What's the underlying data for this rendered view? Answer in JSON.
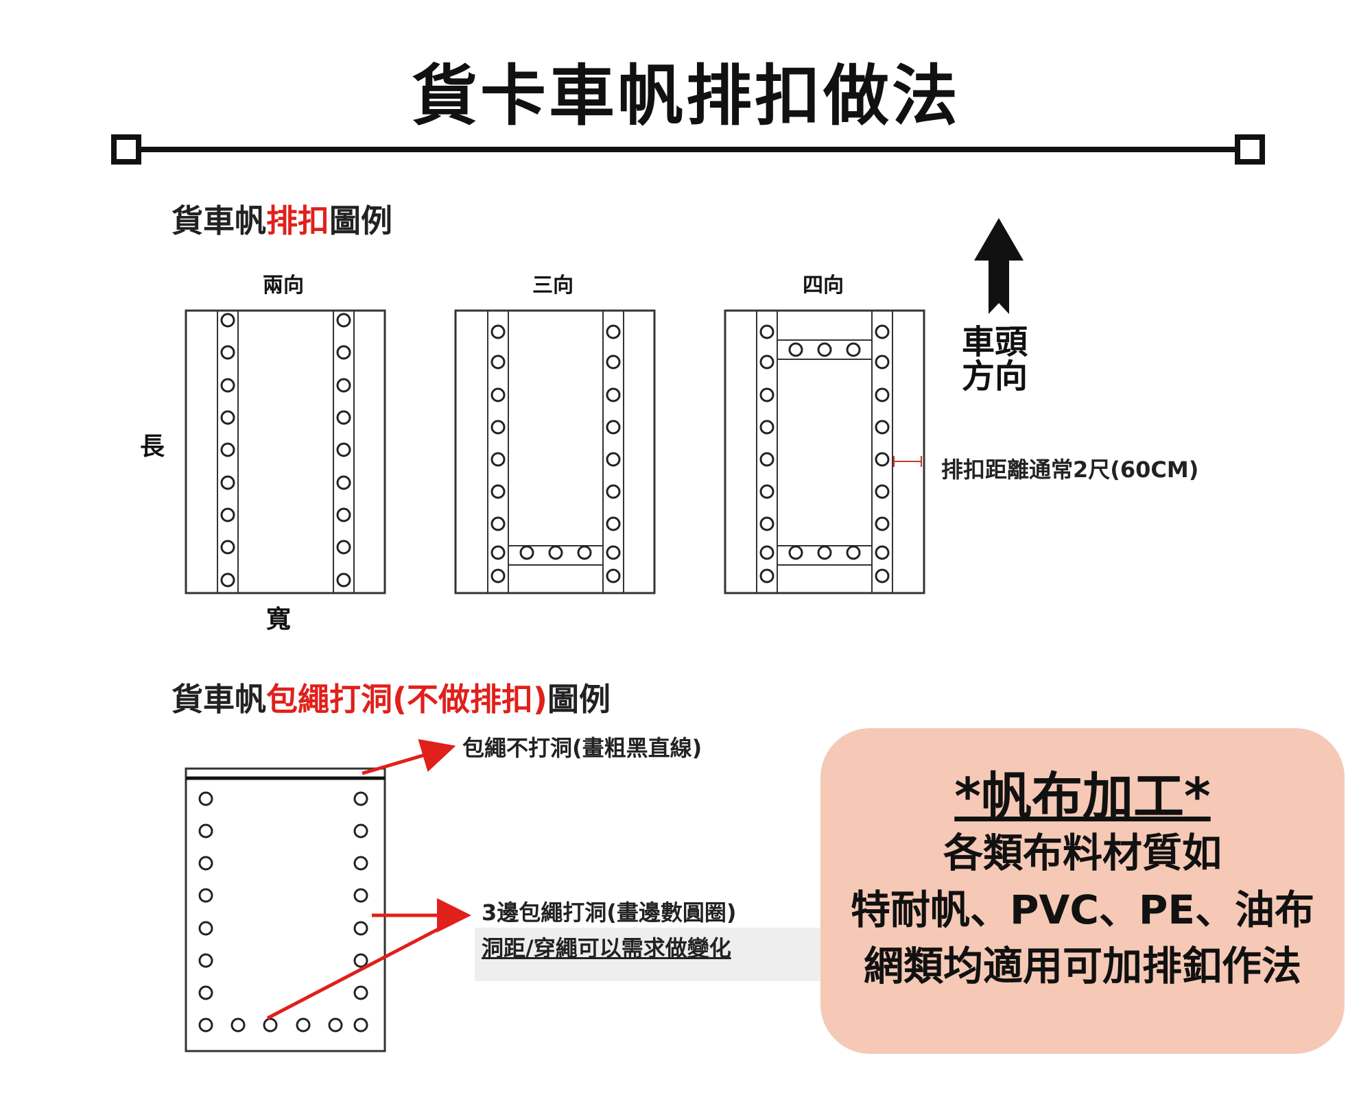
{
  "title": "貨卡車帆排扣做法",
  "section1": {
    "title_prefix": "貨車帆",
    "title_highlight": "排扣",
    "title_suffix": "圖例",
    "panels": [
      "兩向",
      "三向",
      "四向"
    ],
    "length_label": "長",
    "width_label": "寬",
    "direction_label_1": "車頭",
    "direction_label_2": "方向",
    "spacing_note": "排扣距離通常2尺(60CM)"
  },
  "section2": {
    "title_prefix": "貨車帆",
    "title_highlight": "包繩打洞(不做排扣)",
    "title_suffix": "圖例",
    "note_top": "包繩不打洞(畫粗黑直線)",
    "note_side": "3邊包繩打洞(畫邊數圓圈)",
    "note_side_sub": "洞距/穿繩可以需求做變化"
  },
  "info_box": {
    "heading": "*帆布加工*",
    "lines": [
      "各類布料材質如",
      "特耐帆、PVC、PE、油布",
      "網類均適用可加排釦作法"
    ]
  },
  "colors": {
    "accent_red": "#e0201b",
    "info_box_bg": "#f5c9b6"
  }
}
